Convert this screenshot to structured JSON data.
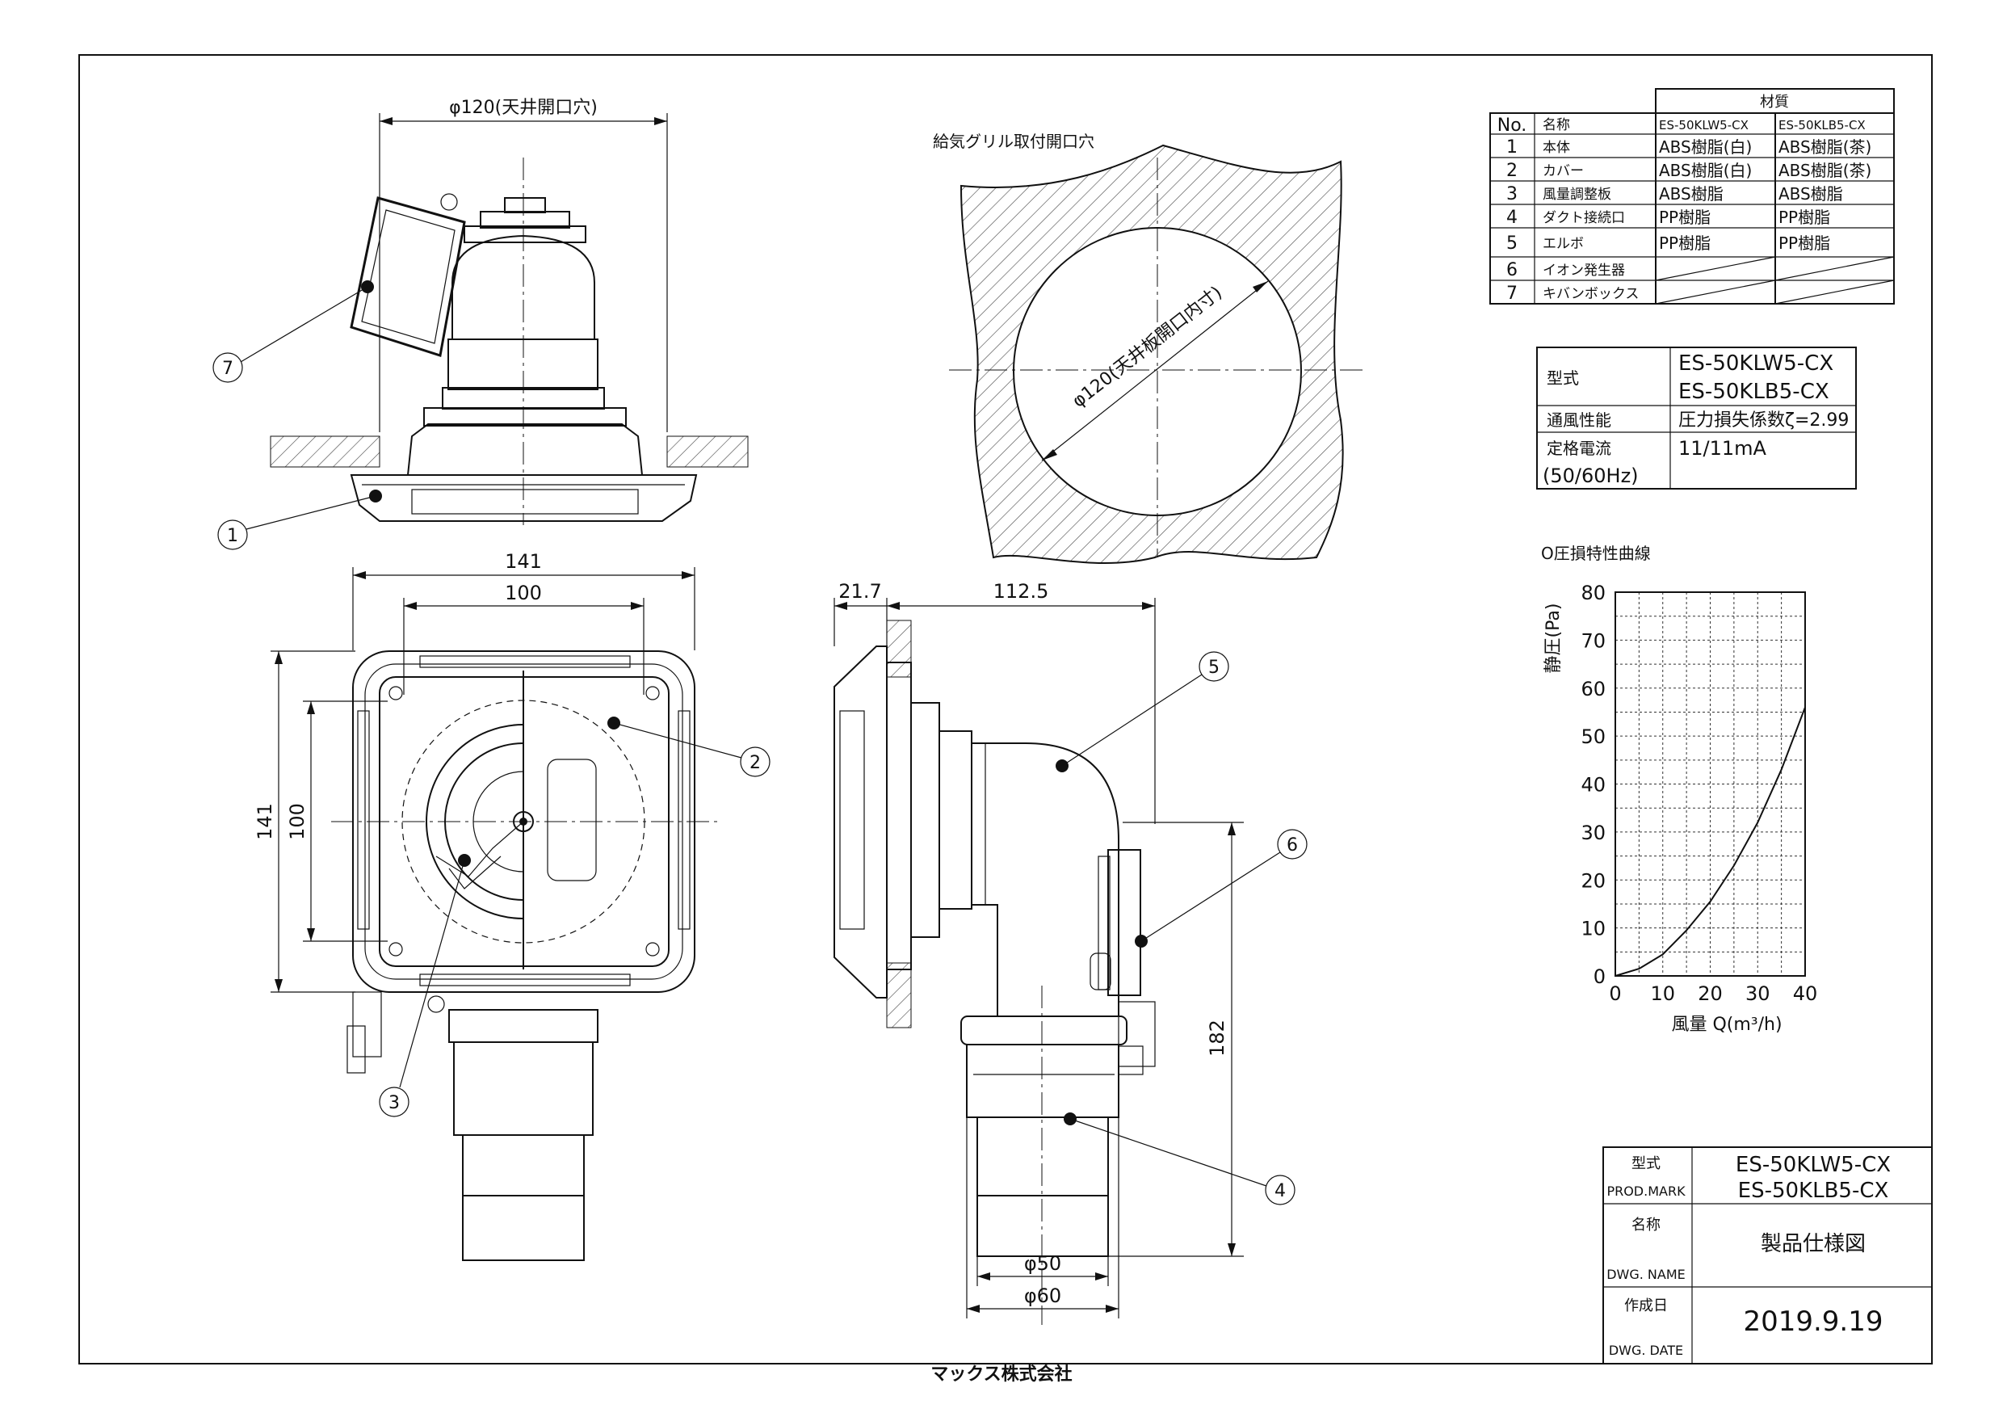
{
  "drawing": {
    "title_block": {
      "model_label_ja": "型式",
      "model_label_en": "PROD.MARK",
      "models": [
        "ES-50KLW5-CX",
        "ES-50KLB5-CX"
      ],
      "name_label_ja": "名称",
      "name_label_en": "DWG. NAME",
      "name_value": "製品仕様図",
      "date_label_ja": "作成日",
      "date_label_en": "DWG. DATE",
      "date_value": "2019.9.19"
    },
    "company": "マックス株式会社",
    "top_view": {
      "dim_label": "φ120(天井開口穴)"
    },
    "opening_view": {
      "title": "給気グリル取付開口穴",
      "dim_label": "φ120(天井板開口内寸)"
    },
    "front_view": {
      "dims": {
        "outer_w": "141",
        "inner_w": "100",
        "outer_h": "141",
        "inner_h": "100"
      }
    },
    "side_view": {
      "dims": {
        "flange": "21.7",
        "depth": "112.5",
        "height": "182",
        "phi50": "φ50",
        "phi60": "φ60"
      }
    },
    "callouts": [
      "1",
      "2",
      "3",
      "4",
      "5",
      "6",
      "7"
    ]
  },
  "parts_table": {
    "material_header": "材質",
    "col_no": "No.",
    "col_name": "名称",
    "col_m1": "ES-50KLW5-CX",
    "col_m2": "ES-50KLB5-CX",
    "rows": [
      {
        "no": "1",
        "name": "本体",
        "m1": "ABS樹脂(白)",
        "m2": "ABS樹脂(茶)"
      },
      {
        "no": "2",
        "name": "カバー",
        "m1": "ABS樹脂(白)",
        "m2": "ABS樹脂(茶)"
      },
      {
        "no": "3",
        "name": "風量調整板",
        "m1": "ABS樹脂",
        "m2": "ABS樹脂"
      },
      {
        "no": "4",
        "name": "ダクト接続口",
        "m1": "PP樹脂",
        "m2": "PP樹脂"
      },
      {
        "no": "5",
        "name": "エルボ",
        "m1": "PP樹脂",
        "m2": "PP樹脂"
      },
      {
        "no": "6",
        "name": "イオン発生器",
        "m1": "",
        "m2": ""
      },
      {
        "no": "7",
        "name": "キバンボックス",
        "m1": "",
        "m2": ""
      }
    ]
  },
  "spec_table": {
    "model_label": "型式",
    "models": [
      "ES-50KLW5-CX",
      "ES-50KLB5-CX"
    ],
    "airflow_label": "通風性能",
    "airflow_value": "圧力損失係数ζ=2.99",
    "current_label": "定格電流",
    "current_freq": "(50/60Hz)",
    "current_value": "11/11mA"
  },
  "chart_data": {
    "type": "line",
    "title": "O圧損特性曲線",
    "xlabel": "風量 Q(m³/h)",
    "ylabel": "静圧(Pa)",
    "xlim": [
      0,
      40
    ],
    "ylim": [
      0,
      80
    ],
    "xticks": [
      0,
      10,
      20,
      30,
      40
    ],
    "yticks": [
      0,
      10,
      20,
      30,
      40,
      50,
      60,
      70,
      80
    ],
    "grid": true,
    "x": [
      0,
      5,
      10,
      15,
      20,
      25,
      30,
      35,
      40
    ],
    "series": [
      {
        "values": [
          0,
          1.5,
          4.5,
          9.5,
          15.5,
          23,
          32,
          43,
          56
        ]
      }
    ]
  }
}
